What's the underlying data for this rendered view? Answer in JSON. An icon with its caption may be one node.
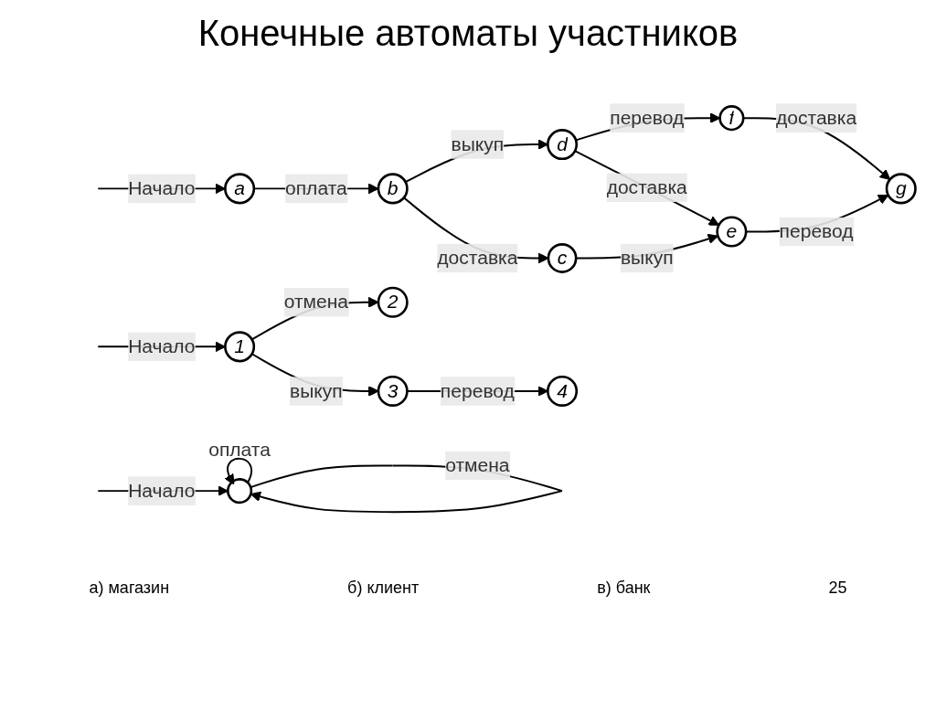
{
  "diagram": {
    "title": "Конечные автоматы участников",
    "nodes": [
      {
        "text": [
          "a"
        ]
      },
      {
        "text": [
          "b"
        ]
      },
      {
        "text": [
          "c"
        ]
      },
      {
        "text": [
          "d"
        ]
      },
      {
        "text": [
          "e"
        ]
      },
      {
        "text": [
          "f"
        ]
      },
      {
        "text": [
          "g"
        ]
      },
      {
        "text": [],
        "shape": "circle"
      },
      {
        "text": [
          "2"
        ]
      },
      {
        "text": [
          "1"
        ]
      },
      {
        "text": [
          "3"
        ]
      },
      {
        "text": [
          "4"
        ]
      }
    ],
    "edges": [
      {
        "from": null,
        "to": 0,
        "arrow": "to",
        "label": "Начало"
      },
      {
        "from": 0,
        "to": 1,
        "arrow": "to",
        "label": "оплата"
      },
      {
        "from": 1,
        "to": 3,
        "arrow": "to",
        "label": "выкуп"
      },
      {
        "from": 3,
        "to": 5,
        "arrow": "to",
        "label": "перевод"
      },
      {
        "from": 1,
        "to": 2,
        "arrow": "to",
        "label": "доставка"
      },
      {
        "from": 3,
        "to": 4,
        "arrow": "to",
        "label": "доставка"
      },
      {
        "from": 5,
        "to": 6,
        "arrow": "to",
        "label": "доставка"
      },
      {
        "from": 2,
        "to": 4,
        "arrow": "to",
        "label": "выкуп"
      },
      {
        "from": 4,
        "to": 6,
        "arrow": "to",
        "label": "перевод"
      },
      {
        "from": 7,
        "to": 7,
        "arrow": "to",
        "label": "отмена"
      },
      {
        "from": 7,
        "to": 7,
        "arrow": "to",
        "label": "оплата"
      },
      {
        "from": null,
        "to": 7,
        "arrow": "to",
        "label": "Начало"
      },
      {
        "from": 9,
        "to": 8,
        "arrow": "to",
        "label": "отмена"
      },
      {
        "from": 9,
        "to": 10,
        "arrow": "to",
        "label": "выкуп"
      },
      {
        "from": 10,
        "to": 11,
        "arrow": "to",
        "label": "перевод"
      },
      {
        "from": null,
        "to": 9,
        "arrow": "to",
        "label": "Начало"
      }
    ],
    "labels": [
      "а) магазин",
      "б) клиент",
      "в) банк",
      "25"
    ]
  }
}
